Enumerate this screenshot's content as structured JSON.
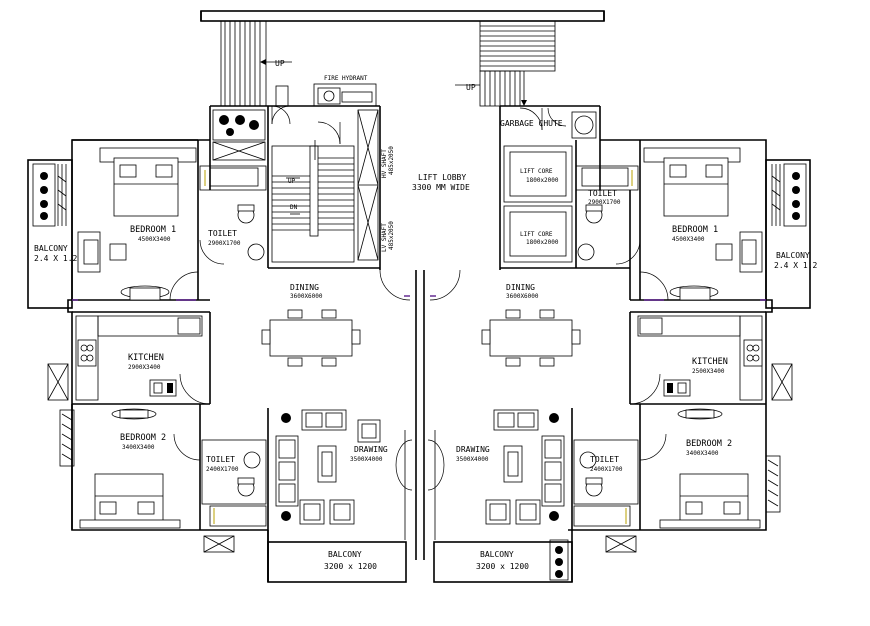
{
  "plan": {
    "core": {
      "up_left": "UP",
      "up_right": "UP",
      "fire_hydrant": "FIRE HYDRANT",
      "garbage_chute": "GARBAGE CHUTE",
      "stair_up": "UP",
      "stair_dn": "DN",
      "hv_shaft": "HV SHAFT",
      "hv_shaft_size": "485x2050",
      "lv_shaft": "LV SHAFT",
      "lv_shaft_size": "485x2050",
      "lift_lobby": "LIFT LOBBY",
      "lift_lobby_width": "3300 MM WIDE",
      "lift_core_1": "LIFT CORE",
      "lift_core_1_size": "1800x2000",
      "lift_core_2": "LIFT CORE",
      "lift_core_2_size": "1800x2000"
    },
    "left_unit": {
      "bedroom1": "BEDROOM 1",
      "bedroom1_size": "4500X3400",
      "toilet1": "TOILET",
      "toilet1_size": "2900X1700",
      "balcony_side": "BALCONY",
      "balcony_side_size": "2.4 X 1.2",
      "dining": "DINING",
      "dining_size": "3600X6000",
      "kitchen": "KITCHEN",
      "kitchen_size": "2900X3400",
      "bedroom2": "BEDROOM 2",
      "bedroom2_size": "3400X3400",
      "toilet2": "TOILET",
      "toilet2_size": "2400X1700",
      "drawing": "DRAWING",
      "drawing_size": "3500X4000",
      "balcony_front": "BALCONY",
      "balcony_front_size": "3200 x 1200"
    },
    "right_unit": {
      "bedroom1": "BEDROOM 1",
      "bedroom1_size": "4500X3400",
      "toilet1": "TOILET",
      "toilet1_size": "2900X1700",
      "balcony_side": "BALCONY",
      "balcony_side_size": "2.4 X 1.2",
      "dining": "DINING",
      "dining_size": "3600X6000",
      "kitchen": "KITCHEN",
      "kitchen_size": "2500X3400",
      "bedroom2": "BEDROOM 2",
      "bedroom2_size": "3400X3400",
      "toilet2": "TOILET",
      "toilet2_size": "2400X1700",
      "drawing": "DRAWING",
      "drawing_size": "3500X4000",
      "balcony_front": "BALCONY",
      "balcony_front_size": "3200 x 1200"
    }
  }
}
